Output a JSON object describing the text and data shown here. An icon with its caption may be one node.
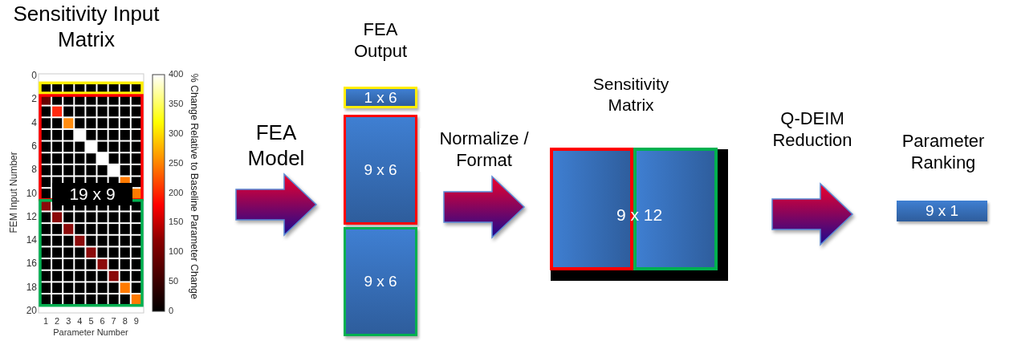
{
  "diagram": {
    "nodes": [
      {
        "text": [
          "Sensitivity Input Matrix"
        ]
      },
      {
        "text": [
          "19 x 9"
        ],
        "in": 0
      },
      {
        "text": [
          "FEA Output"
        ]
      },
      {
        "text": [
          "1 x 6"
        ],
        "in": 2
      },
      {
        "text": [
          "9 x 6"
        ],
        "in": 2
      },
      {
        "text": [
          "9 x 6"
        ],
        "in": 2
      },
      {
        "text": [
          "Sensitivity Matrix",
          "9 x 12"
        ]
      },
      {
        "text": [
          "Parameter Ranking",
          "9 x 1"
        ]
      }
    ],
    "edges": [
      {
        "from": 0,
        "to": 2,
        "arrow": "to",
        "label": "FEA Model"
      },
      {
        "from": 2,
        "to": 6,
        "arrow": "to",
        "label": "Normalize / Format"
      },
      {
        "from": 6,
        "to": 7,
        "arrow": "to",
        "label": "Q-DEIM Reduction"
      }
    ],
    "labels": [
      "0",
      "2",
      "4",
      "6",
      "8",
      "10",
      "12",
      "14",
      "16",
      "18",
      "20",
      "1",
      "2",
      "3",
      "4",
      "5",
      "6",
      "7",
      "8",
      "9",
      "Parameter Number",
      "FEM Input Number",
      "400",
      "350",
      "300",
      "250",
      "200",
      "150",
      "100",
      "50",
      "0",
      "% Change Relative to Baseline Parameter Change"
    ]
  }
}
